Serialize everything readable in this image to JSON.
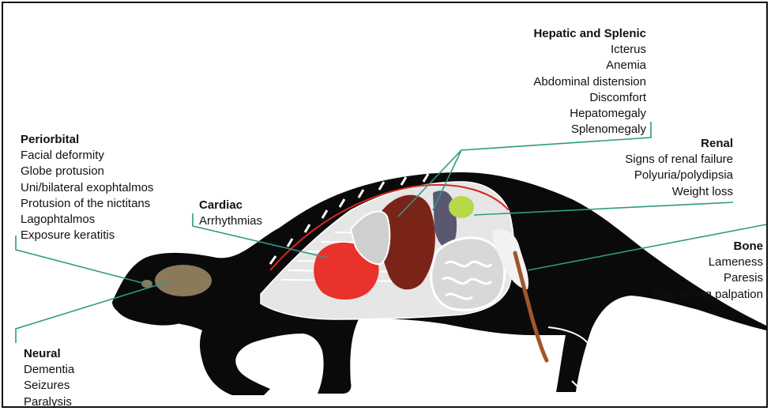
{
  "groups": {
    "hepatic": {
      "title": "Hepatic and Splenic",
      "items": [
        "Icterus",
        "Anemia",
        "Abdominal distension",
        "Discomfort",
        "Hepatomegaly",
        "Splenomegaly"
      ]
    },
    "renal": {
      "title": "Renal",
      "items": [
        "Signs of renal failure",
        "Polyuria/polydipsia",
        "Weight loss"
      ]
    },
    "bone": {
      "title": "Bone",
      "items": [
        "Lameness",
        "Paresis",
        "Pain during palpation"
      ]
    },
    "periorbital": {
      "title": "Periorbital",
      "items": [
        "Facial deformity",
        "Globe protusion",
        "Uni/bilateral exophtalmos",
        "Protusion of the nictitans",
        "Lagophtalmos",
        "Exposure keratitis"
      ]
    },
    "cardiac": {
      "title": "Cardiac",
      "items": [
        "Arrhythmias"
      ]
    },
    "neural": {
      "title": "Neural",
      "items": [
        "Dementia",
        "Seizures",
        "Paralysis"
      ]
    }
  },
  "colors": {
    "leader_line": "#2e9a86",
    "silhouette": "#0a0a0a",
    "heart": "#e8322b",
    "liver": "#7a2418",
    "spleen": "#5a5870",
    "kidney": "#b6d84a",
    "brain": "#8a7a5a",
    "bone": "#a0562a",
    "organ_gray": "#cfcfcf"
  }
}
